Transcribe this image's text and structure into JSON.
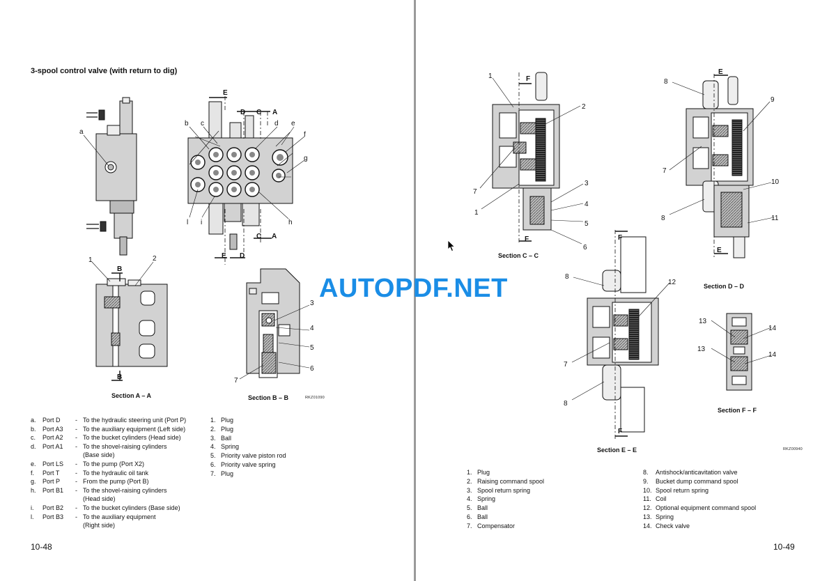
{
  "left_page": {
    "heading": "3-spool control valve (with return to dig)",
    "captions": {
      "section_aa": "Section A – A",
      "section_bb": "Section B – B"
    },
    "figure_code": "RKZ01090",
    "labels": {
      "a": "a",
      "b": "b",
      "c": "c",
      "d": "d",
      "e": "e",
      "f": "f",
      "g": "g",
      "h": "h",
      "i": "i",
      "l": "l",
      "n1": "1",
      "n2": "2",
      "n3": "3",
      "n4": "4",
      "n5": "5",
      "n6": "6",
      "n7": "7",
      "A": "A",
      "B": "B",
      "C": "C",
      "D": "D",
      "E": "E"
    },
    "ports": [
      {
        "letter": "a.",
        "port": "Port D",
        "desc": "To the hydraulic steering unit (Port P)",
        "cont": ""
      },
      {
        "letter": "b.",
        "port": "Port A3",
        "desc": "To the auxiliary equipment (Left side)",
        "cont": ""
      },
      {
        "letter": "c.",
        "port": "Port A2",
        "desc": "To the bucket cylinders (Head side)",
        "cont": ""
      },
      {
        "letter": "d.",
        "port": "Port A1",
        "desc": "To the shovel-raising cylinders",
        "cont": "(Base side)"
      },
      {
        "letter": "e.",
        "port": "Port LS",
        "desc": "To the pump (Port X2)",
        "cont": ""
      },
      {
        "letter": "f.",
        "port": "Port T",
        "desc": "To the hydraulic oil tank",
        "cont": ""
      },
      {
        "letter": "g.",
        "port": "Port P",
        "desc": "From the pump (Port B)",
        "cont": ""
      },
      {
        "letter": "h.",
        "port": "Port B1",
        "desc": "To the shovel-raising cylinders",
        "cont": "(Head side)"
      },
      {
        "letter": "i.",
        "port": "Port B2",
        "desc": "To the bucket cylinders (Base side)",
        "cont": ""
      },
      {
        "letter": "l.",
        "port": "Port B3",
        "desc": "To the auxiliary equipment",
        "cont": "(Right side)"
      }
    ],
    "parts": [
      {
        "num": "1.",
        "name": "Plug"
      },
      {
        "num": "2.",
        "name": "Plug"
      },
      {
        "num": "3.",
        "name": "Ball"
      },
      {
        "num": "4.",
        "name": "Spring"
      },
      {
        "num": "5.",
        "name": "Priority valve piston rod"
      },
      {
        "num": "6.",
        "name": "Priority valve spring"
      },
      {
        "num": "7.",
        "name": "Plug"
      }
    ],
    "page_number": "10-48"
  },
  "right_page": {
    "captions": {
      "section_cc": "Section C – C",
      "section_dd": "Section D – D",
      "section_ee": "Section E – E",
      "section_ff": "Section F – F"
    },
    "figure_code": "RKZ00940",
    "labels": {
      "n1": "1",
      "n2": "2",
      "n3": "3",
      "n4": "4",
      "n5": "5",
      "n6": "6",
      "n7": "7",
      "n8": "8",
      "n9": "9",
      "n10": "10",
      "n11": "11",
      "n12": "12",
      "n13": "13",
      "n14": "14",
      "E": "E",
      "F": "F"
    },
    "parts_col1": [
      {
        "num": "1.",
        "name": "Plug"
      },
      {
        "num": "2.",
        "name": "Raising command spool"
      },
      {
        "num": "3.",
        "name": "Spool return spring"
      },
      {
        "num": "4.",
        "name": "Spring"
      },
      {
        "num": "5.",
        "name": "Ball"
      },
      {
        "num": "6.",
        "name": "Ball"
      },
      {
        "num": "7.",
        "name": "Compensator"
      }
    ],
    "parts_col2": [
      {
        "num": "8.",
        "name": "Antishock/anticavitation valve"
      },
      {
        "num": "9.",
        "name": "Bucket dump command spool"
      },
      {
        "num": "10.",
        "name": "Spool return spring"
      },
      {
        "num": "11.",
        "name": "Coil"
      },
      {
        "num": "12.",
        "name": "Optional equipment command spool"
      },
      {
        "num": "13.",
        "name": "Spring"
      },
      {
        "num": "14.",
        "name": "Check valve"
      }
    ],
    "page_number": "10-49"
  },
  "watermark": "AUTOPDF.NET",
  "colors": {
    "watermark": "#1a8de6",
    "body_gray": "#d2d2d2",
    "gutter": "#9a9a9a"
  },
  "icons": {
    "cursor": "mouse-pointer-icon"
  }
}
